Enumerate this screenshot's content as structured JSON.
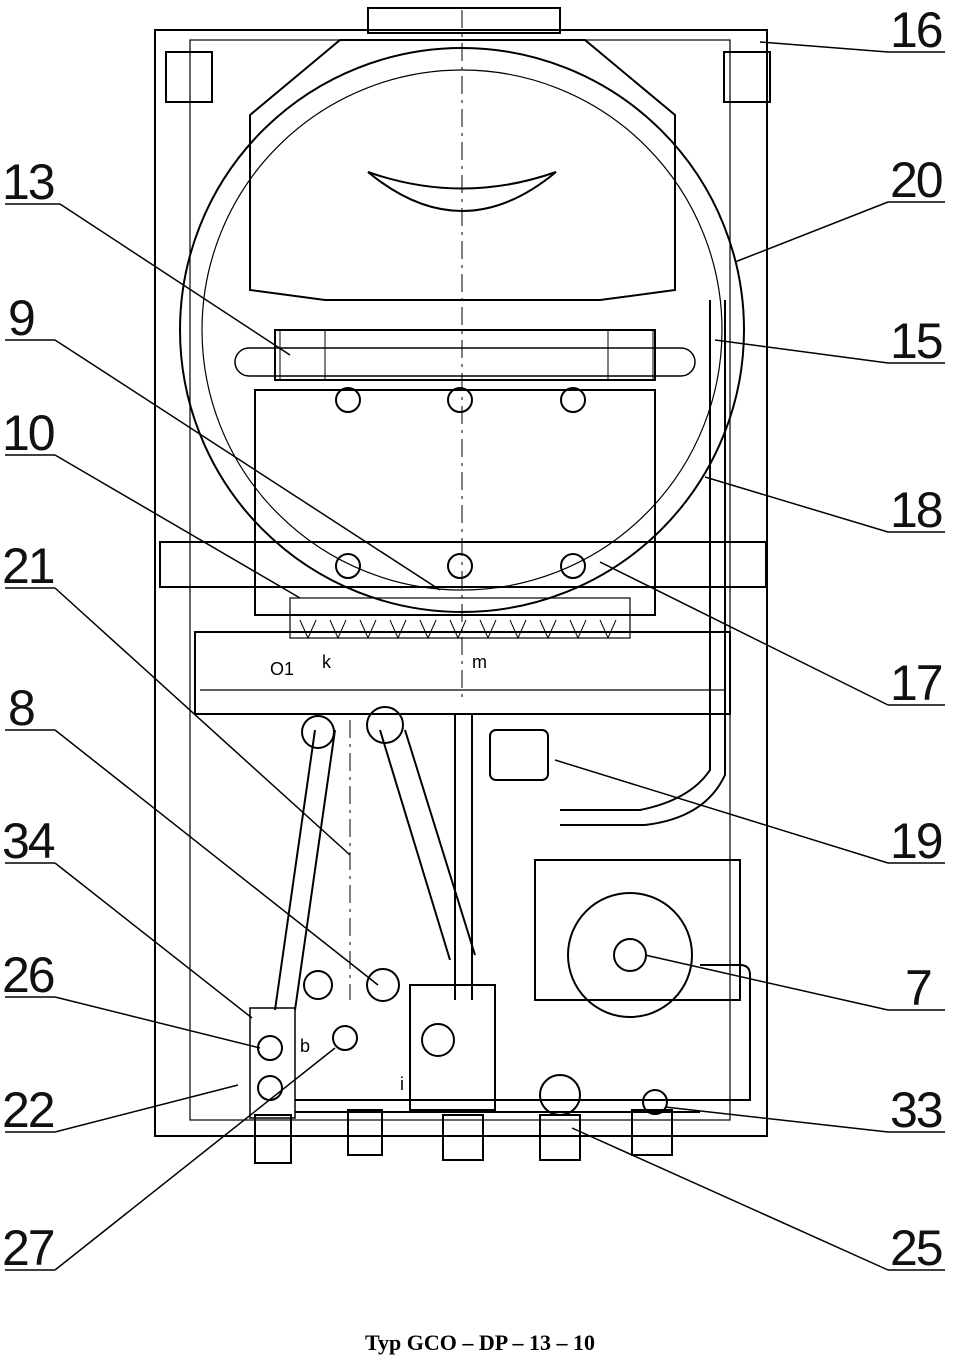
{
  "caption": "Typ GCO – DP – 13 – 10",
  "callouts": {
    "c16": "16",
    "c20": "20",
    "c15": "15",
    "c18": "18",
    "c17": "17",
    "c19": "19",
    "c7": "7",
    "c33": "33",
    "c25": "25",
    "c13": "13",
    "c9": "9",
    "c10": "10",
    "c21": "21",
    "c8": "8",
    "c34": "34",
    "c26": "26",
    "c22": "22",
    "c27": "27"
  },
  "inline_labels": {
    "o1": "O1",
    "k": "k",
    "m": "m",
    "b": "b",
    "i": "i"
  }
}
